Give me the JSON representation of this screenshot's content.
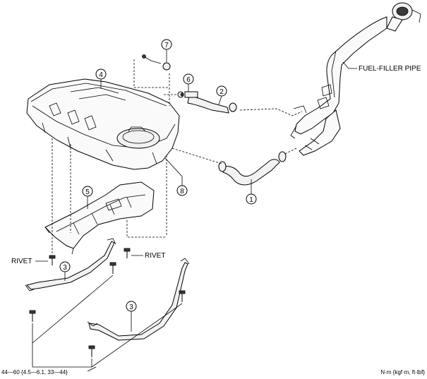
{
  "callouts": [
    "1",
    "2",
    "3",
    "3",
    "4",
    "5",
    "6",
    "7",
    "8"
  ],
  "labels": {
    "fuel_filler_pipe": "FUEL-FILLER PIPE",
    "rivet_left": "RIVET",
    "rivet_right": "RIVET",
    "torque_spec": "44—60 {4.5—6.1, 33—44}",
    "units": "N·m {kgf·m, ft·lbf}"
  }
}
